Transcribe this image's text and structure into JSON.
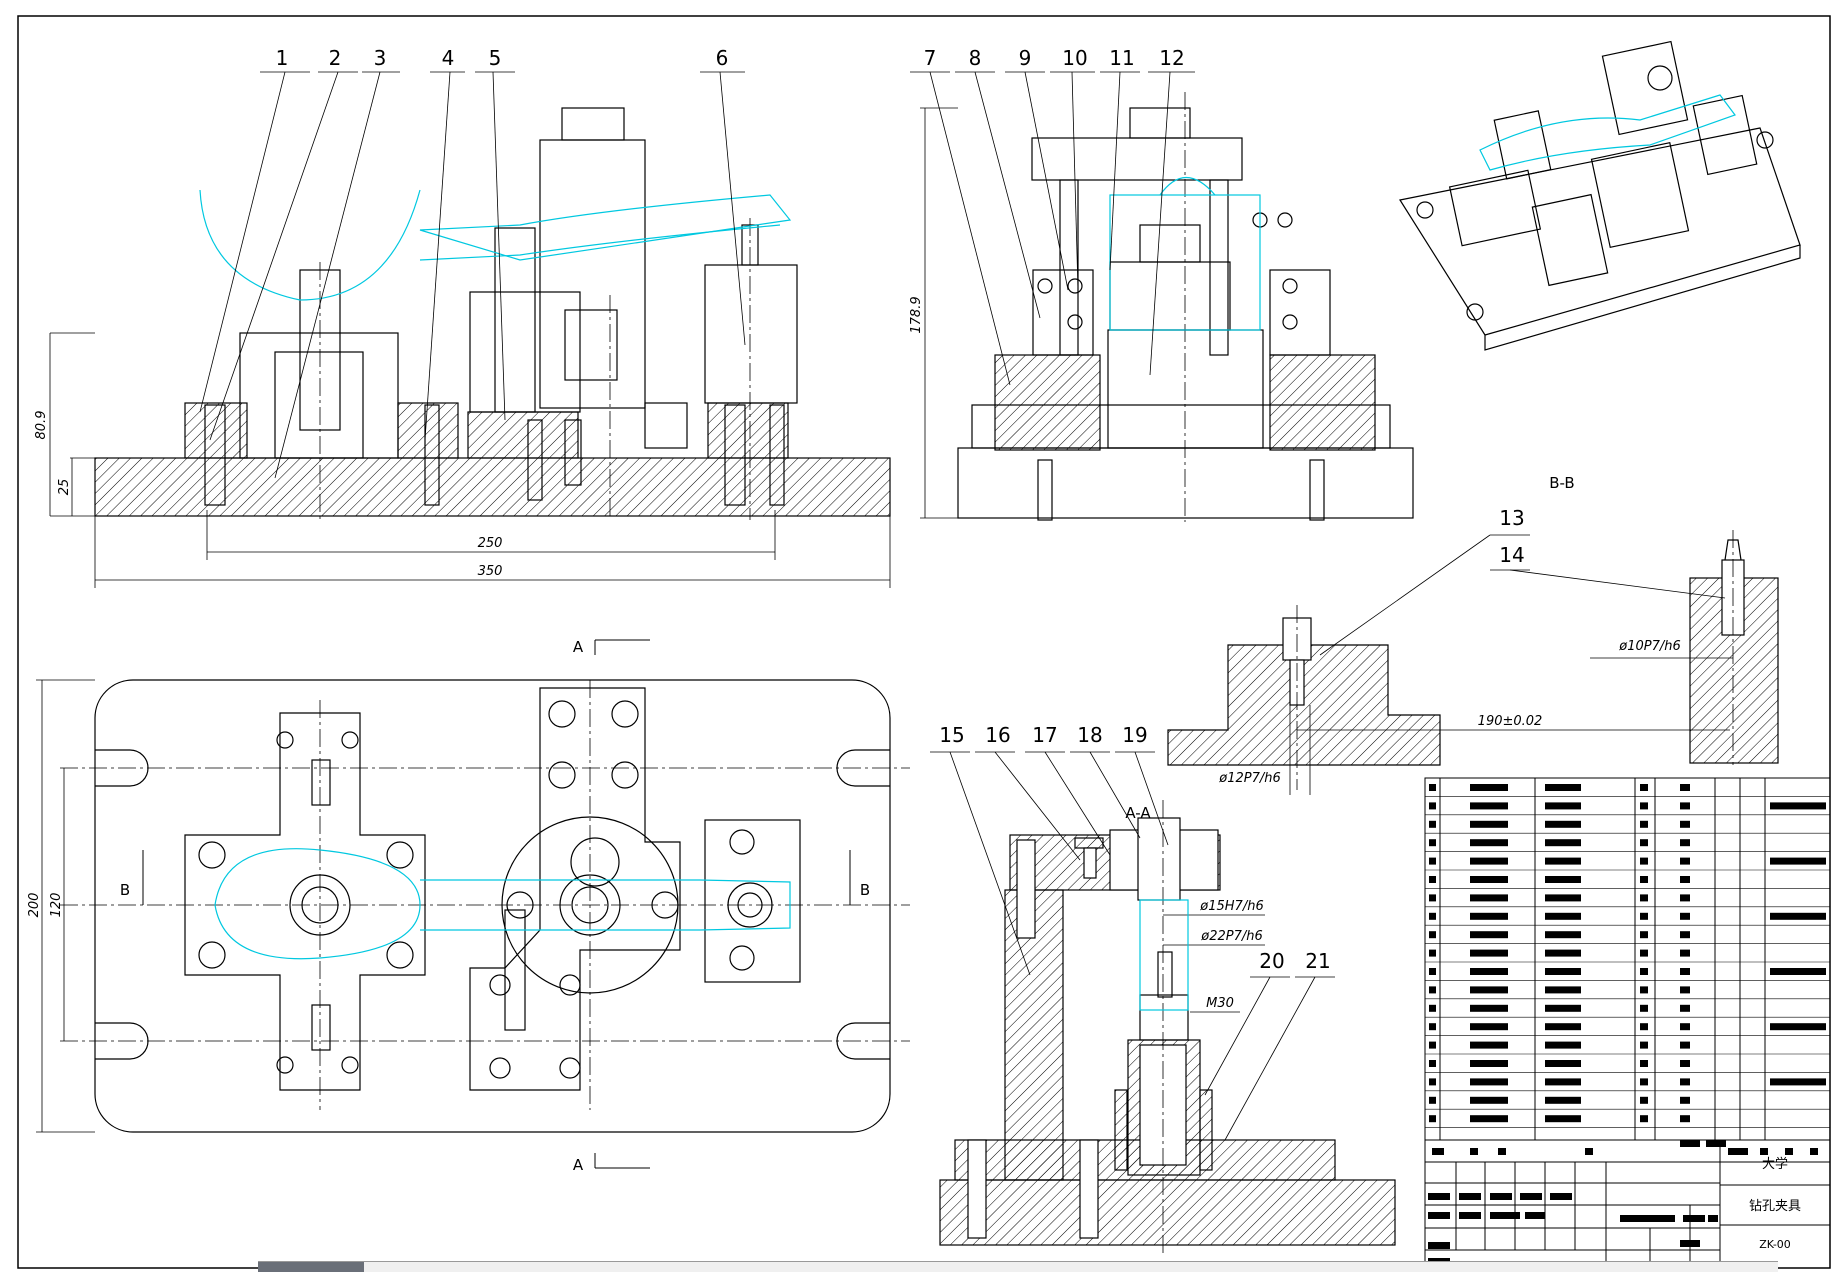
{
  "parts": [
    "1",
    "2",
    "3",
    "4",
    "5",
    "6",
    "7",
    "8",
    "9",
    "10",
    "11",
    "12",
    "13",
    "14",
    "15",
    "16",
    "17",
    "18",
    "19",
    "20",
    "21"
  ],
  "dimensions": {
    "front_length_250": "250",
    "front_length_350": "350",
    "front_height_80_9": "80.9",
    "front_base_25": "25",
    "side_height_178_9": "178.9",
    "plan_width_200": "200",
    "plan_hole_spacing_120": "120",
    "pin_distance": "190±0.02",
    "fit_pin_12": "ø12P7/h6",
    "fit_pin_10": "ø10P7/h6",
    "fit_bush_15": "ø15H7/h6",
    "fit_bush_22": "ø22P7/h6",
    "thread_m30": "M30"
  },
  "section_labels": {
    "a_top": "A",
    "a_bottom": "A",
    "b_left": "B",
    "b_right": "B",
    "bb_title": "B-B",
    "aa_title": "A-A"
  },
  "title_block": {
    "school": "大学",
    "drawing_name": "钻孔夹具",
    "drawing_number": "ZK-00"
  },
  "colors": {
    "line": "#000000",
    "workpiece": "#00c8e0",
    "redacted": "#000000"
  }
}
